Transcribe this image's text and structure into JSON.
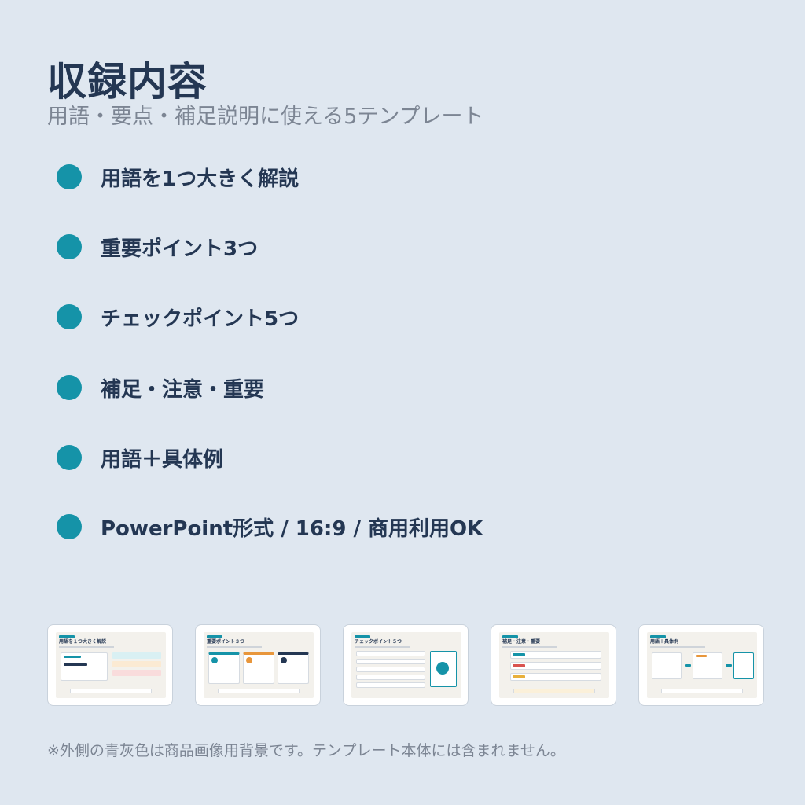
{
  "header": {
    "title": "収録内容",
    "subtitle": "用語・要点・補足説明に使える5テンプレート"
  },
  "features": [
    "用語を1つ大きく解説",
    "重要ポイント3つ",
    "チェックポイント5つ",
    "補足・注意・重要",
    "用語＋具体例",
    "PowerPoint形式 / 16:9 / 商用利用OK"
  ],
  "thumbnails": [
    {
      "title": "用語を１つ大きく解説"
    },
    {
      "title": "重要ポイント３つ"
    },
    {
      "title": "チェックポイント５つ"
    },
    {
      "title": "補足・注意・重要"
    },
    {
      "title": "用語＋具体例"
    }
  ],
  "footnote": "※外側の青灰色は商品画像用背景です。テンプレート本体には含まれません。",
  "colors": {
    "background": "#dfe7f0",
    "accent": "#1593a8",
    "title": "#243753",
    "muted": "#7c8593"
  }
}
